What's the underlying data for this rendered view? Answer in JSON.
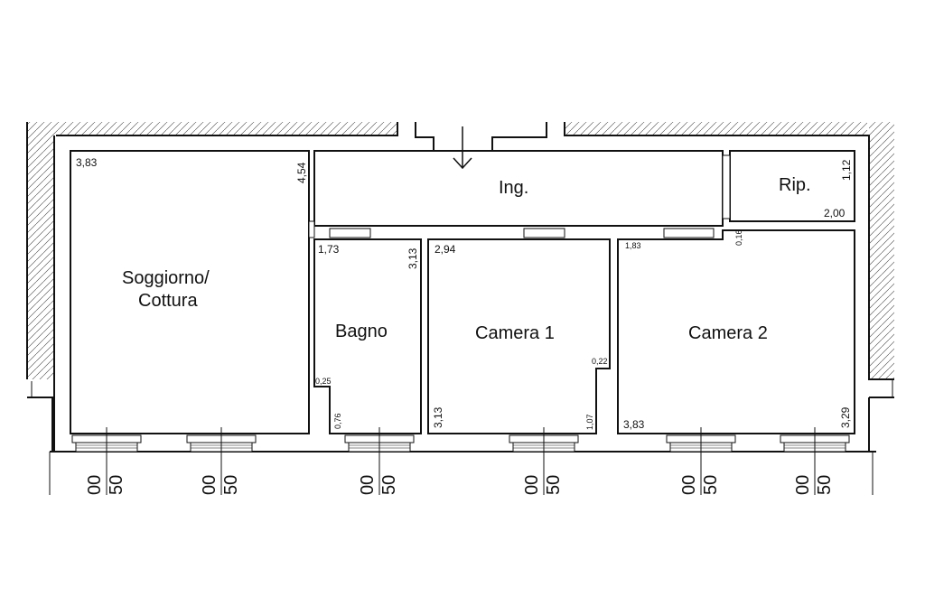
{
  "rooms": {
    "soggiorno": {
      "label_line1": "Soggiorno/",
      "label_line2": "Cottura",
      "dim_width": "3,83",
      "dim_depth": "4,54"
    },
    "ingresso": {
      "label": "Ing."
    },
    "ripostiglio": {
      "label": "Rip.",
      "dim_width": "2,00",
      "dim_depth": "1,12"
    },
    "bagno": {
      "label": "Bagno",
      "dim_width": "1,73",
      "dim_depth": "3,13",
      "dim_step": "0,25",
      "dim_step_depth": "0,76"
    },
    "camera1": {
      "label": "Camera 1",
      "dim_width": "2,94",
      "dim_depth": "3,13",
      "dim_step": "0,22",
      "dim_step_depth": "1,07"
    },
    "camera2": {
      "label": "Camera 2",
      "dim_width_top": "1,83",
      "dim_width": "3,83",
      "dim_depth": "3,29",
      "dim_step": "0,16"
    }
  },
  "window_sills": [
    {
      "a": "00",
      "b": "50"
    },
    {
      "a": "00",
      "b": "50"
    },
    {
      "a": "00",
      "b": "50"
    },
    {
      "a": "00",
      "b": "50"
    },
    {
      "a": "00",
      "b": "50"
    },
    {
      "a": "00",
      "b": "50"
    }
  ]
}
